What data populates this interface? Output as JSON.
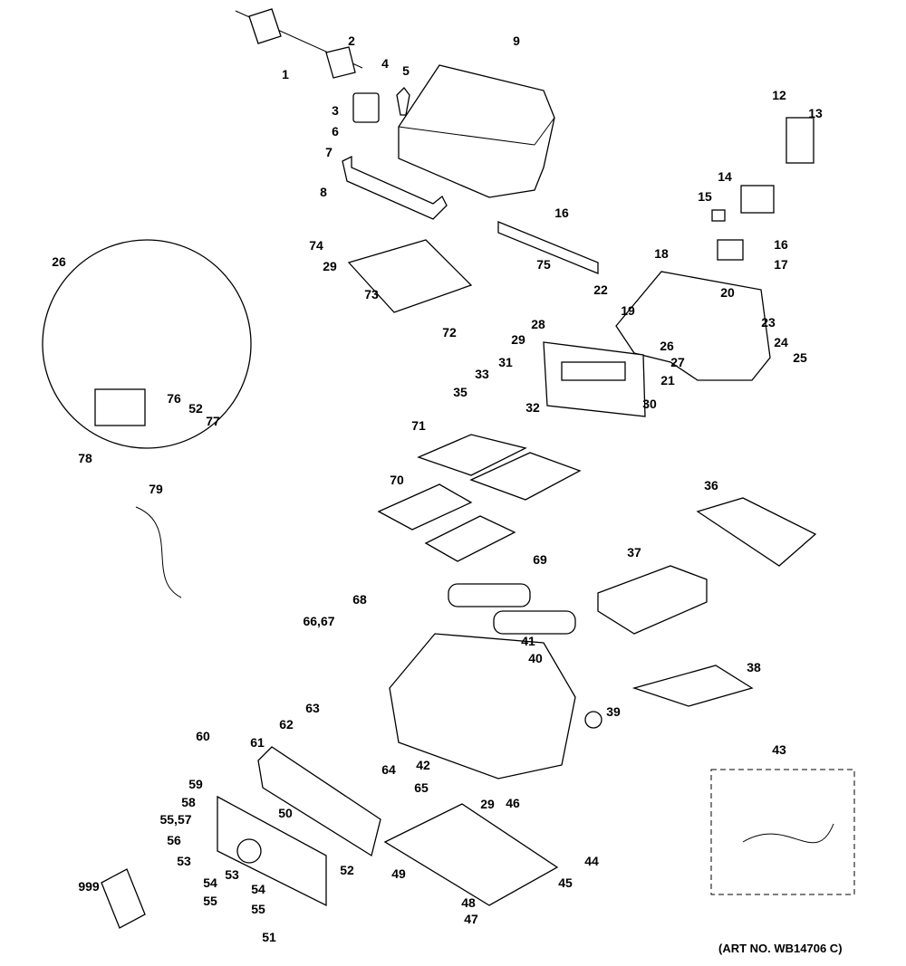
{
  "diagram": {
    "caption": "(ART NO. WB14706 C)",
    "part_labels": [
      "1",
      "2",
      "3",
      "4",
      "5",
      "6",
      "7",
      "8",
      "9",
      "12",
      "13",
      "14",
      "15",
      "16",
      "75",
      "16",
      "17",
      "18",
      "20",
      "19",
      "22",
      "23",
      "24",
      "25",
      "26",
      "27",
      "21",
      "28",
      "29",
      "31",
      "33",
      "35",
      "32",
      "30",
      "74",
      "29",
      "73",
      "72",
      "26",
      "76",
      "52",
      "77",
      "78",
      "79",
      "71",
      "70",
      "69",
      "36",
      "37",
      "68",
      "66,67",
      "41",
      "40",
      "38",
      "39",
      "43",
      "63",
      "62",
      "61",
      "60",
      "59",
      "58",
      "55,57",
      "56",
      "53",
      "54",
      "55",
      "50",
      "53",
      "54",
      "55",
      "51",
      "52",
      "64",
      "42",
      "65",
      "29",
      "46",
      "44",
      "45",
      "49",
      "48",
      "47",
      "999"
    ]
  }
}
